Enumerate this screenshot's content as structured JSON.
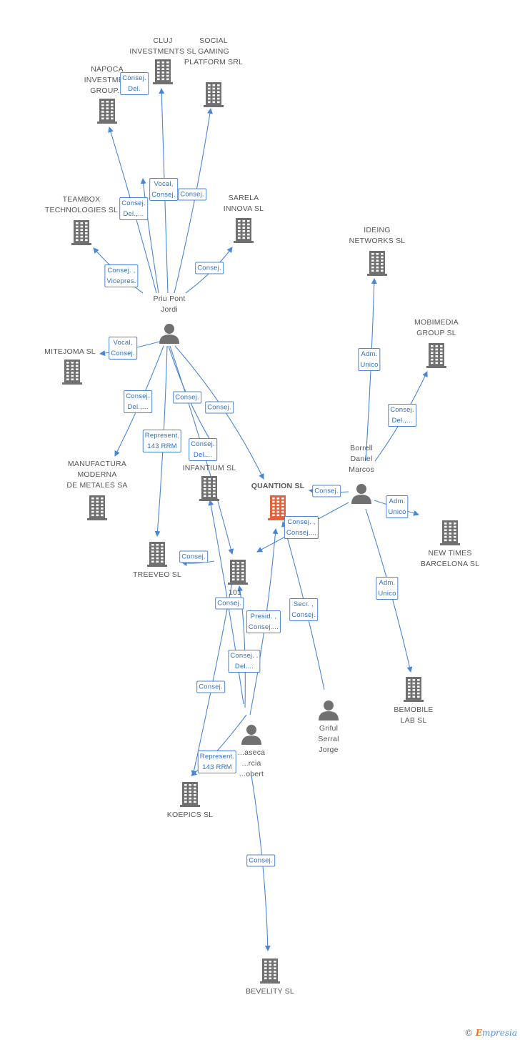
{
  "colors": {
    "edge": "#4a86d6",
    "company": "#707070",
    "main_company": "#e8603a",
    "person": "#707070"
  },
  "nodes": [
    {
      "id": "cluj",
      "type": "company",
      "label": "CLUJ\nINVESTMENTS SL"
    },
    {
      "id": "napoca",
      "type": "company",
      "label": "NAPOCA\nINVESTME...\nGROUP..."
    },
    {
      "id": "social",
      "type": "company",
      "label": "SOCIAL\nGAMING\nPLATFORM SRL"
    },
    {
      "id": "teambox",
      "type": "company",
      "label": "TEAMBOX\nTECHNOLOGIES SL"
    },
    {
      "id": "sarela",
      "type": "company",
      "label": "SARELA\nINNOVA SL"
    },
    {
      "id": "ideing",
      "type": "company",
      "label": "IDEING\nNETWORKS SL"
    },
    {
      "id": "mobimedia",
      "type": "company",
      "label": "MOBIMEDIA\nGROUP SL"
    },
    {
      "id": "priu",
      "type": "person",
      "label": "Priu Pont\nJordi"
    },
    {
      "id": "mitejoma",
      "type": "company",
      "label": "MITEJOMA SL"
    },
    {
      "id": "manufactura",
      "type": "company",
      "label": "MANUFACTURA\nMODERNA\nDE METALES SA"
    },
    {
      "id": "infantium",
      "type": "company",
      "label": "INFANTIUM SL"
    },
    {
      "id": "quantion",
      "type": "main",
      "label": "QUANTION SL"
    },
    {
      "id": "borrell",
      "type": "person",
      "label": "Borrell\nDaniel\nMarcos"
    },
    {
      "id": "newtimes",
      "type": "company",
      "label": "NEW TIMES\nBARCELONA SL"
    },
    {
      "id": "treeveo",
      "type": "company",
      "label": "TREEVEO SL"
    },
    {
      "id": "c101",
      "type": "company",
      "label": "101\nSA"
    },
    {
      "id": "griful",
      "type": "person",
      "label": "Griful\nSerral\nJorge"
    },
    {
      "id": "bemobile",
      "type": "company",
      "label": "BEMOBILE\nLAB SL"
    },
    {
      "id": "vilaseca",
      "type": "person",
      "label": "...aseca\n...rcia\n...obert"
    },
    {
      "id": "koepics",
      "type": "company",
      "label": "KOEPICS SL"
    },
    {
      "id": "bevelity",
      "type": "company",
      "label": "BEVELITY SL"
    }
  ],
  "edge_labels": [
    "Consej.\nDel.",
    "Vocal,\nConsej.",
    "Consej.",
    "Consej.\nDel.,...",
    "Consej. ,\nVicepres.",
    "Consej.",
    "Adm.\nUnico",
    "Consej.\nDel.,...",
    "Vocal,\nConsej.",
    "Consej.\nDel.,...",
    "Consej.",
    "Consej.",
    "Represent.\n143 RRM",
    "Consej.\nDel....",
    "Consej.",
    "Adm.\nUnico",
    "Consej. ,\nConsej....",
    "Consej.",
    "Adm.\nUnico",
    "Secr. ,\nConsej.",
    "Consej.",
    "Presid. ,\nConsej....",
    "Consej. .\nDel....",
    "Consej.",
    "Represent.\n143 RRM",
    "Consej."
  ],
  "brand": {
    "symbol": "©",
    "name_first": "E",
    "name_rest": "mpresia"
  }
}
